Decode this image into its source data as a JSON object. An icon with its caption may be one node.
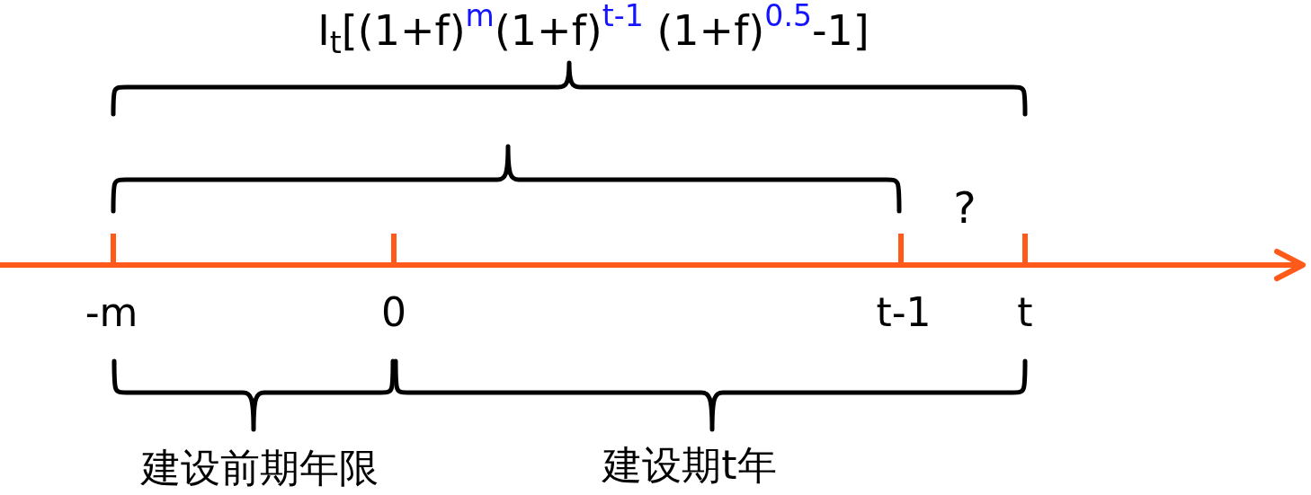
{
  "diagram": {
    "labels": [
      "I$_{t}$[(1+f)$^{m}$(1+f)$^{t-1}$ (1+f)$^{0.5}$-1]",
      "?",
      "-m",
      "0",
      "t-1",
      "t",
      "建设前期年限",
      "建设期t年"
    ]
  }
}
